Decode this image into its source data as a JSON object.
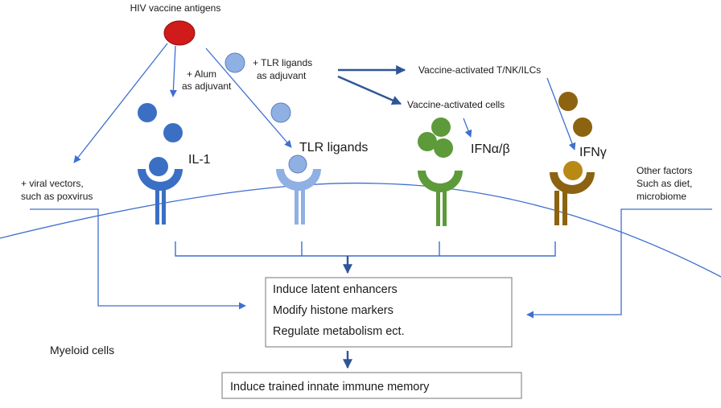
{
  "title": "HIV vaccine antigens",
  "adjuvants": {
    "alum": [
      "+ Alum",
      "as adjuvant"
    ],
    "tlr": [
      "+ TLR ligands",
      "as adjuvant"
    ],
    "viral": [
      "+ viral vectors,",
      "such as poxvirus"
    ]
  },
  "activated": {
    "tnk": "Vaccine-activated T/NK/ILCs",
    "cells": "Vaccine-activated cells"
  },
  "receptors": [
    {
      "label": "IL-1",
      "color": "#3a6fc4"
    },
    {
      "label": "TLR ligands",
      "color": "#8fb0e3"
    },
    {
      "label": "IFNα/β",
      "color": "#5d9a3a"
    },
    {
      "label": "IFNγ",
      "color": "#8c6310"
    }
  ],
  "other_factors": [
    "Other factors",
    "Such as diet,",
    "microbiome"
  ],
  "effects": [
    "Induce latent enhancers",
    "Modify histone markers",
    "Regulate metabolism ect."
  ],
  "cell_label": "Myeloid cells",
  "outcome": "Induce trained innate immune memory",
  "colors": {
    "antigen": "#d11a1a",
    "arrow": "#3f6fcf",
    "thick_arrow": "#2f5597"
  }
}
